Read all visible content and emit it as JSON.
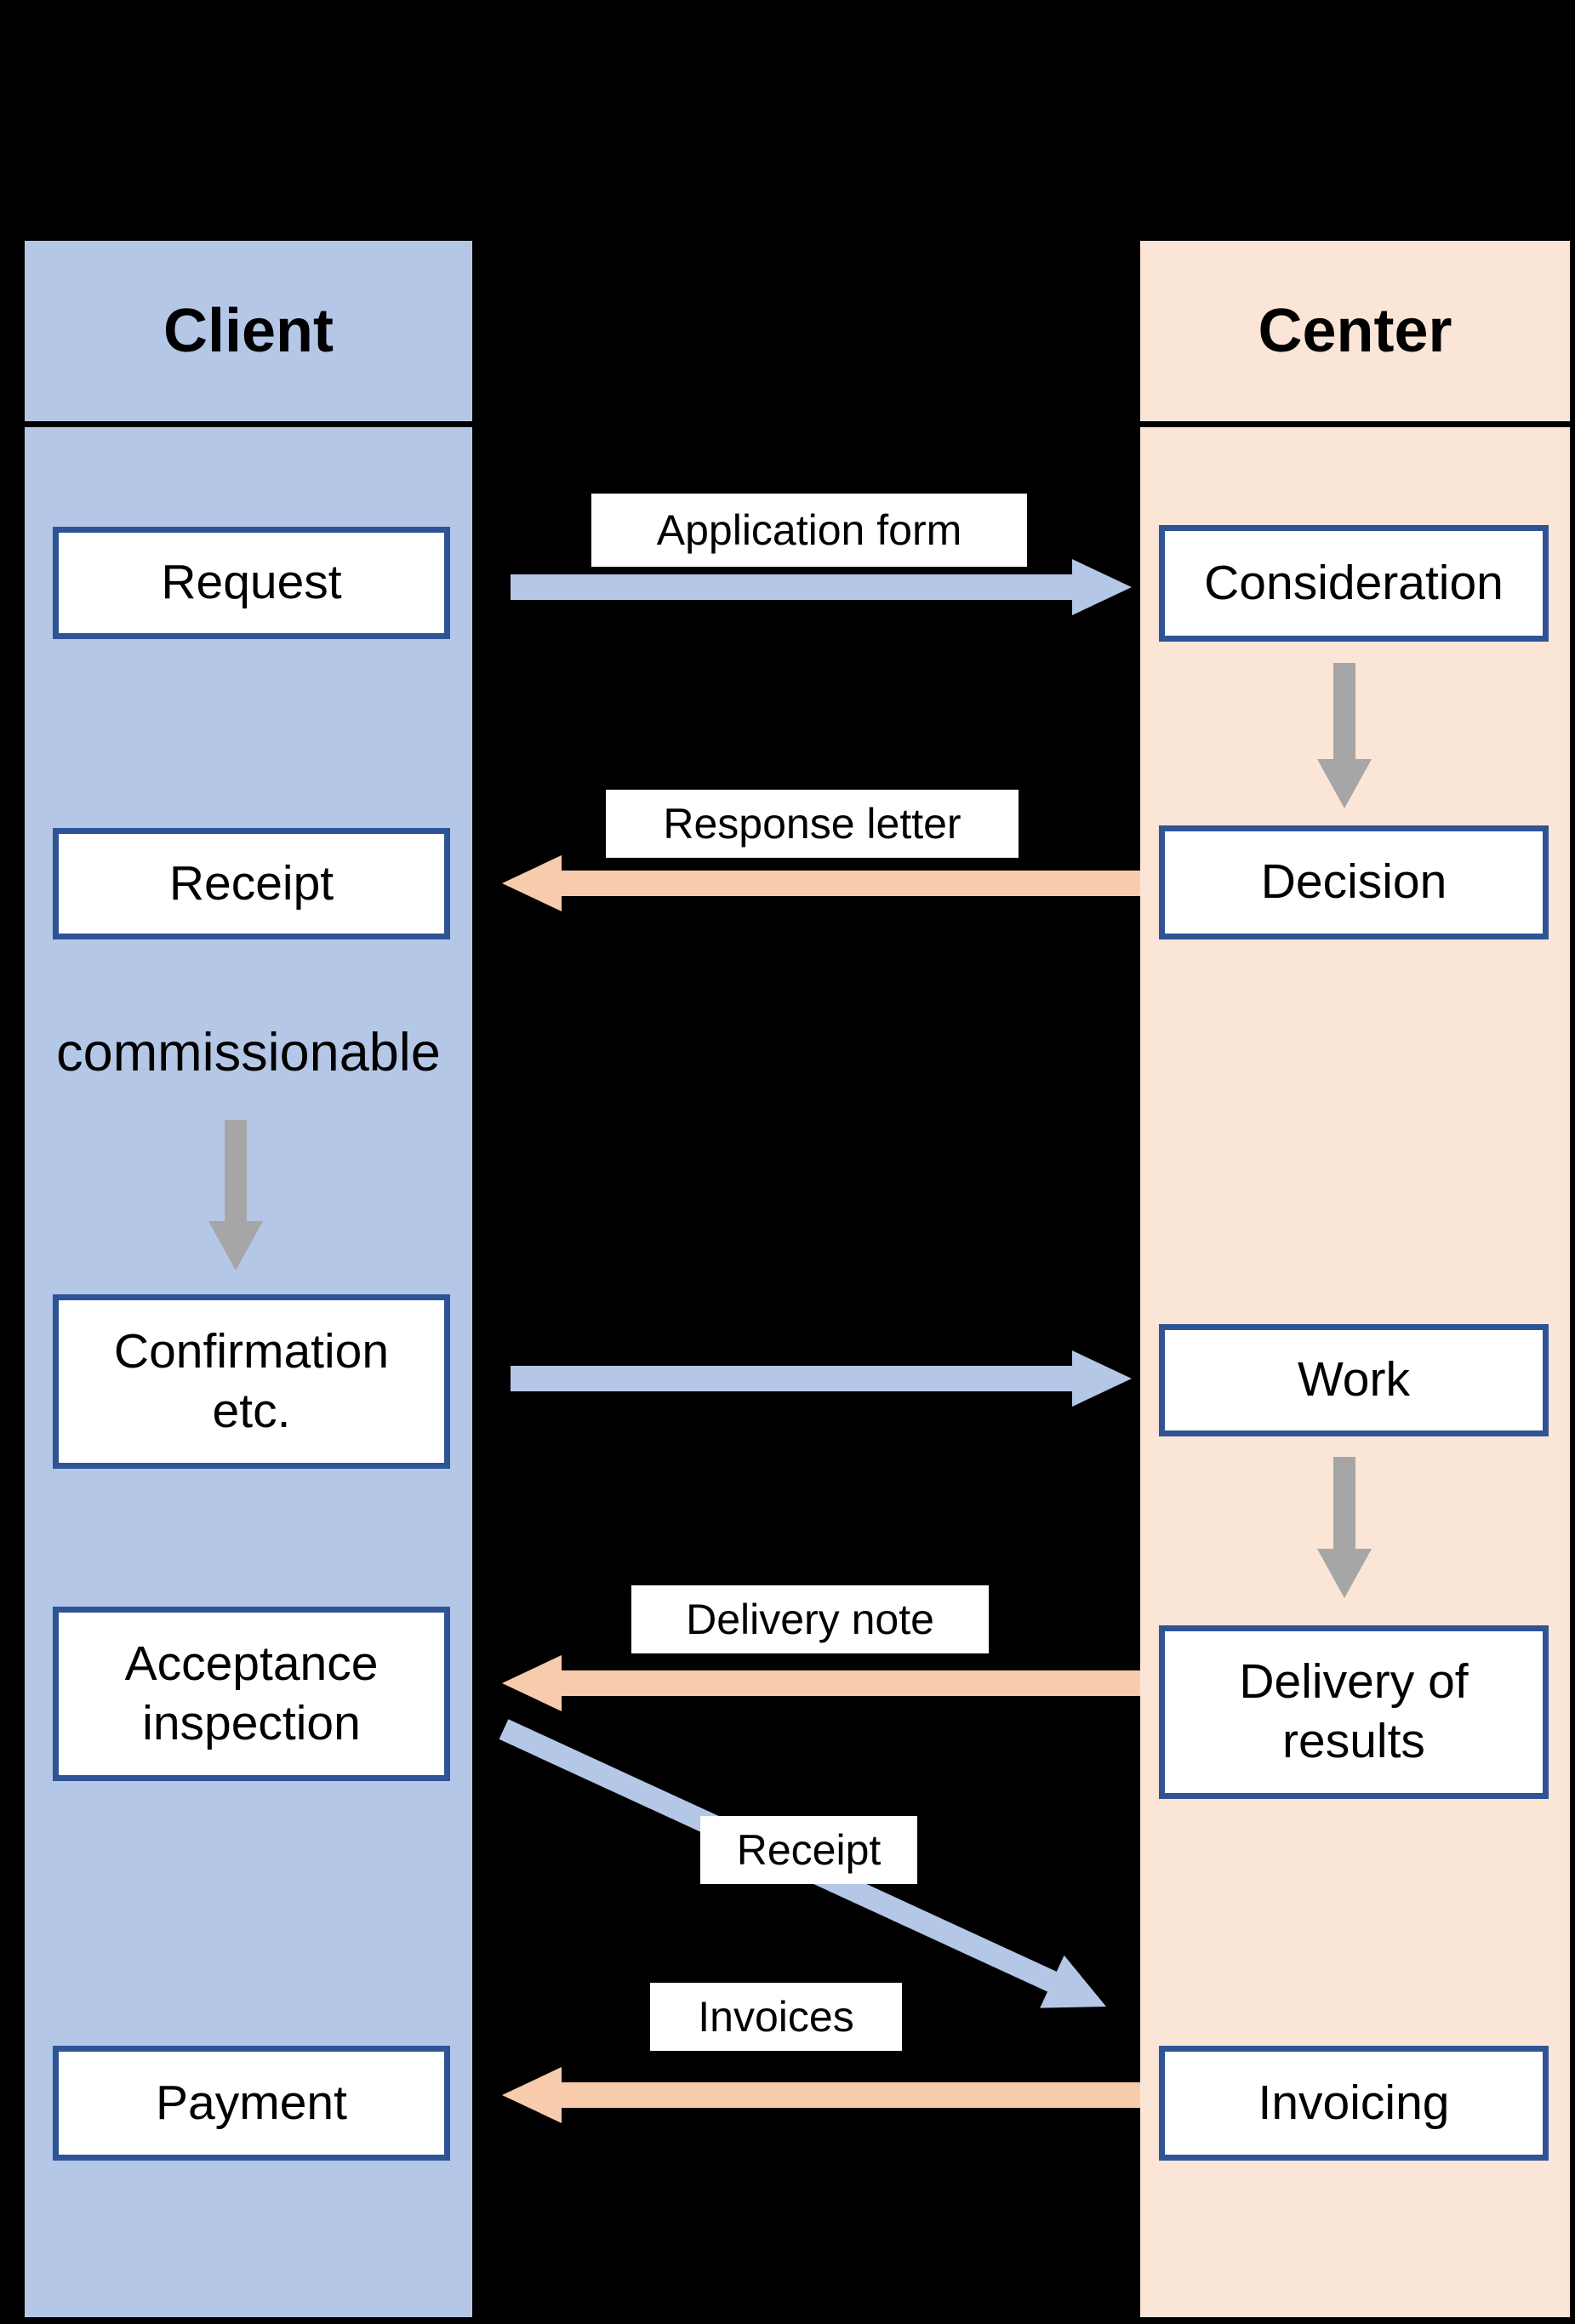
{
  "colors": {
    "background": "#000000",
    "client_fill": "#B4C7E7",
    "center_fill": "#FBE5D6",
    "blue_arrow": "#B4C7E7",
    "peach_arrow": "#F8CBAD",
    "gray_arrow": "#A6A6A6",
    "box_border": "#2F5496",
    "box_fill": "#FFFFFF",
    "text": "#000000"
  },
  "columns": {
    "client": {
      "title": "Client"
    },
    "center": {
      "title": "Center"
    }
  },
  "client_steps": [
    {
      "label": "Request"
    },
    {
      "label": "Receipt"
    },
    {
      "label": "Confirmation\netc."
    },
    {
      "label": "Acceptance\ninspection"
    },
    {
      "label": "Payment"
    }
  ],
  "center_steps": [
    {
      "label": "Consideration"
    },
    {
      "label": "Decision"
    },
    {
      "label": "Work"
    },
    {
      "label": "Delivery of\nresults"
    },
    {
      "label": "Invoicing"
    }
  ],
  "annotations": {
    "commissionable": "commissionable"
  },
  "message_labels": {
    "application_form": "Application form",
    "response_letter": "Response letter",
    "delivery_note": "Delivery note",
    "receipt": "Receipt",
    "invoices": "Invoices"
  }
}
